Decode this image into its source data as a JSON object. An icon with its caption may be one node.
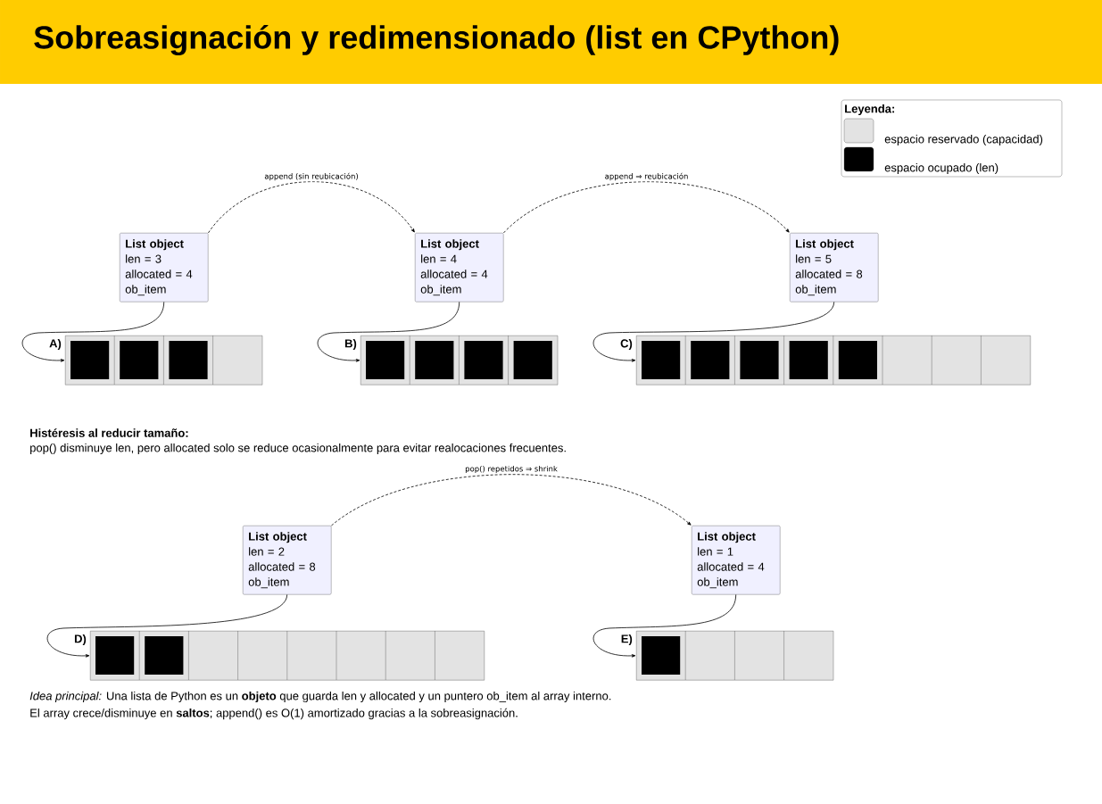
{
  "diagram": {
    "title": "Sobreasignación y redimensionado (list en CPython)",
    "nodes": [
      {
        "text": [
          "List object",
          "len = 3",
          "allocated = 4",
          "ob_item"
        ]
      },
      {
        "text": [
          "List object",
          "len = 4",
          "allocated = 4",
          "ob_item"
        ]
      },
      {
        "text": [
          "List object",
          "len = 5",
          "allocated = 8",
          "ob_item"
        ]
      },
      {
        "text": [],
        "shape": "box",
        "beside": [
          "A)"
        ]
      },
      {
        "text": [],
        "shape": "box",
        "beside": [
          "B)"
        ]
      },
      {
        "text": [],
        "shape": "box",
        "beside": [
          "C)"
        ]
      },
      {
        "text": [
          "List object",
          "len = 2",
          "allocated = 8",
          "ob_item"
        ]
      },
      {
        "text": [
          "List object",
          "len = 1",
          "allocated = 4",
          "ob_item"
        ]
      },
      {
        "text": [],
        "shape": "box",
        "beside": [
          "D)"
        ]
      },
      {
        "text": [],
        "shape": "box",
        "beside": [
          "E)"
        ]
      }
    ],
    "edges": [
      {
        "from": 0,
        "to": 1,
        "arrow": "to",
        "style": "dashed",
        "label": "append (sin reubicación)"
      },
      {
        "from": 1,
        "to": 2,
        "arrow": "to",
        "style": "dashed",
        "label": "append ⇒ reubicación"
      },
      {
        "from": 0,
        "to": 3,
        "arrow": "to"
      },
      {
        "from": 1,
        "to": 4,
        "arrow": "to"
      },
      {
        "from": 2,
        "to": 5,
        "arrow": "to"
      },
      {
        "from": 6,
        "to": 7,
        "arrow": "to",
        "style": "dashed",
        "label": "pop() repetidos ⇒ shrink"
      },
      {
        "from": 6,
        "to": 8,
        "arrow": "to"
      },
      {
        "from": 7,
        "to": 9,
        "arrow": "to"
      }
    ],
    "labels": [
      "Leyenda:",
      "Histéresis al reducir tamaño:",
      "pop() disminuye len, pero allocated solo se reduce ocasionalmente para evitar realocaciones frecuentes.",
      "*Idea principal:* Una lista de Python es un **objeto** que guarda len y allocated y un puntero ob_item al array interno.",
      "El array crece/disminuye en **saltos**; append() es O(1) amortizado gracias a la sobreasignación."
    ],
    "legend": [
      {
        "text": "espacio reservado (capacidad)",
        "color": "#e3e3e3"
      },
      {
        "text": "espacio ocupado (len)",
        "color": "#000000"
      }
    ]
  }
}
